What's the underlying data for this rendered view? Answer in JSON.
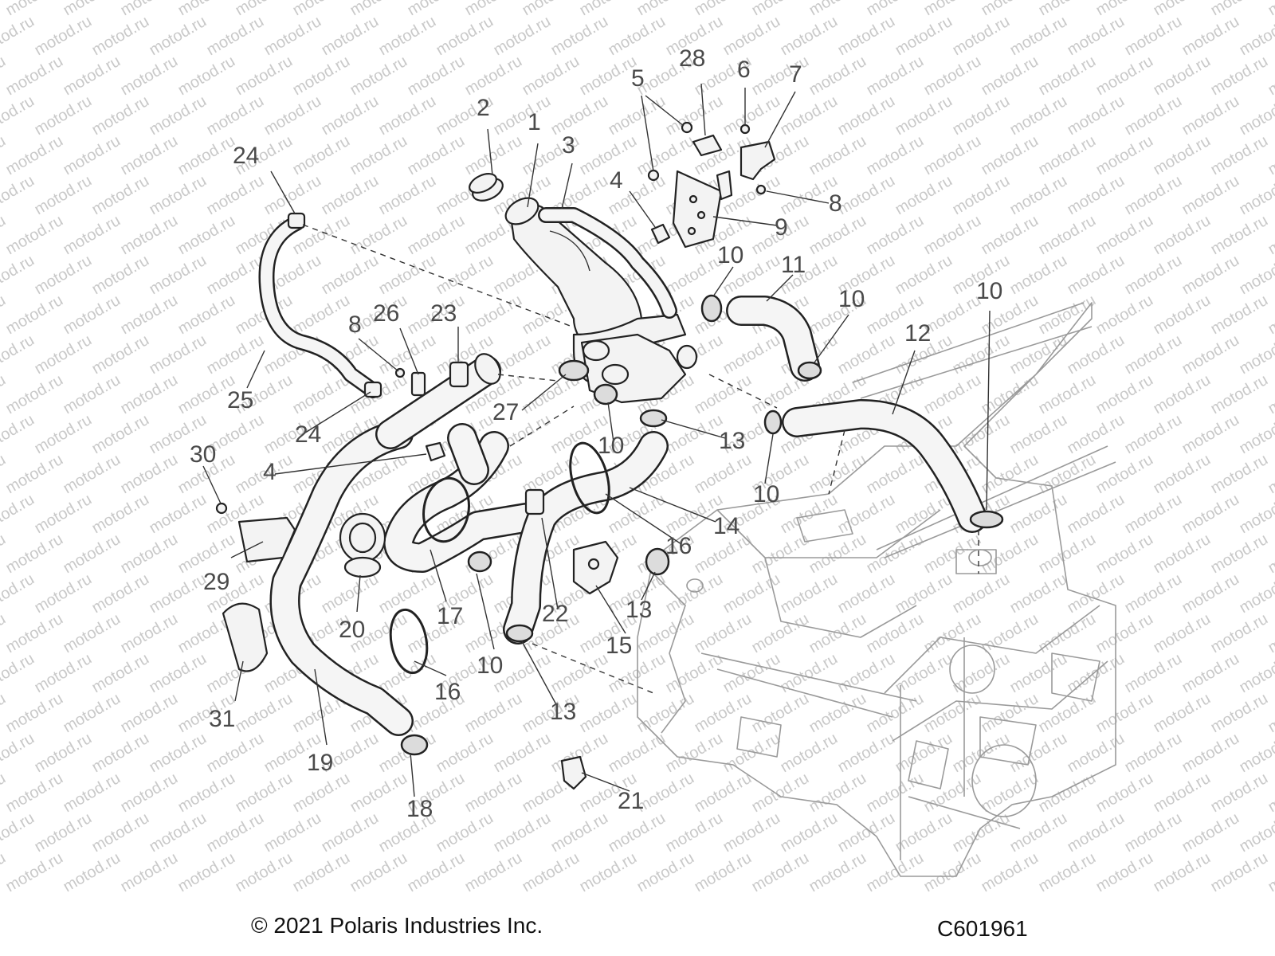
{
  "watermark": {
    "text": "motod.ru",
    "color": "#c9c9c9"
  },
  "footer": {
    "copyright": "© 2021 Polaris Industries Inc.",
    "figure_id": "C601961"
  },
  "callouts": [
    "1",
    "2",
    "3",
    "4",
    "4",
    "5",
    "6",
    "7",
    "8",
    "8",
    "9",
    "10",
    "10",
    "10",
    "10",
    "10",
    "10",
    "11",
    "12",
    "13",
    "13",
    "13",
    "14",
    "15",
    "16",
    "16",
    "17",
    "18",
    "19",
    "20",
    "21",
    "22",
    "23",
    "24",
    "24",
    "25",
    "26",
    "27",
    "28",
    "29",
    "30",
    "31"
  ]
}
